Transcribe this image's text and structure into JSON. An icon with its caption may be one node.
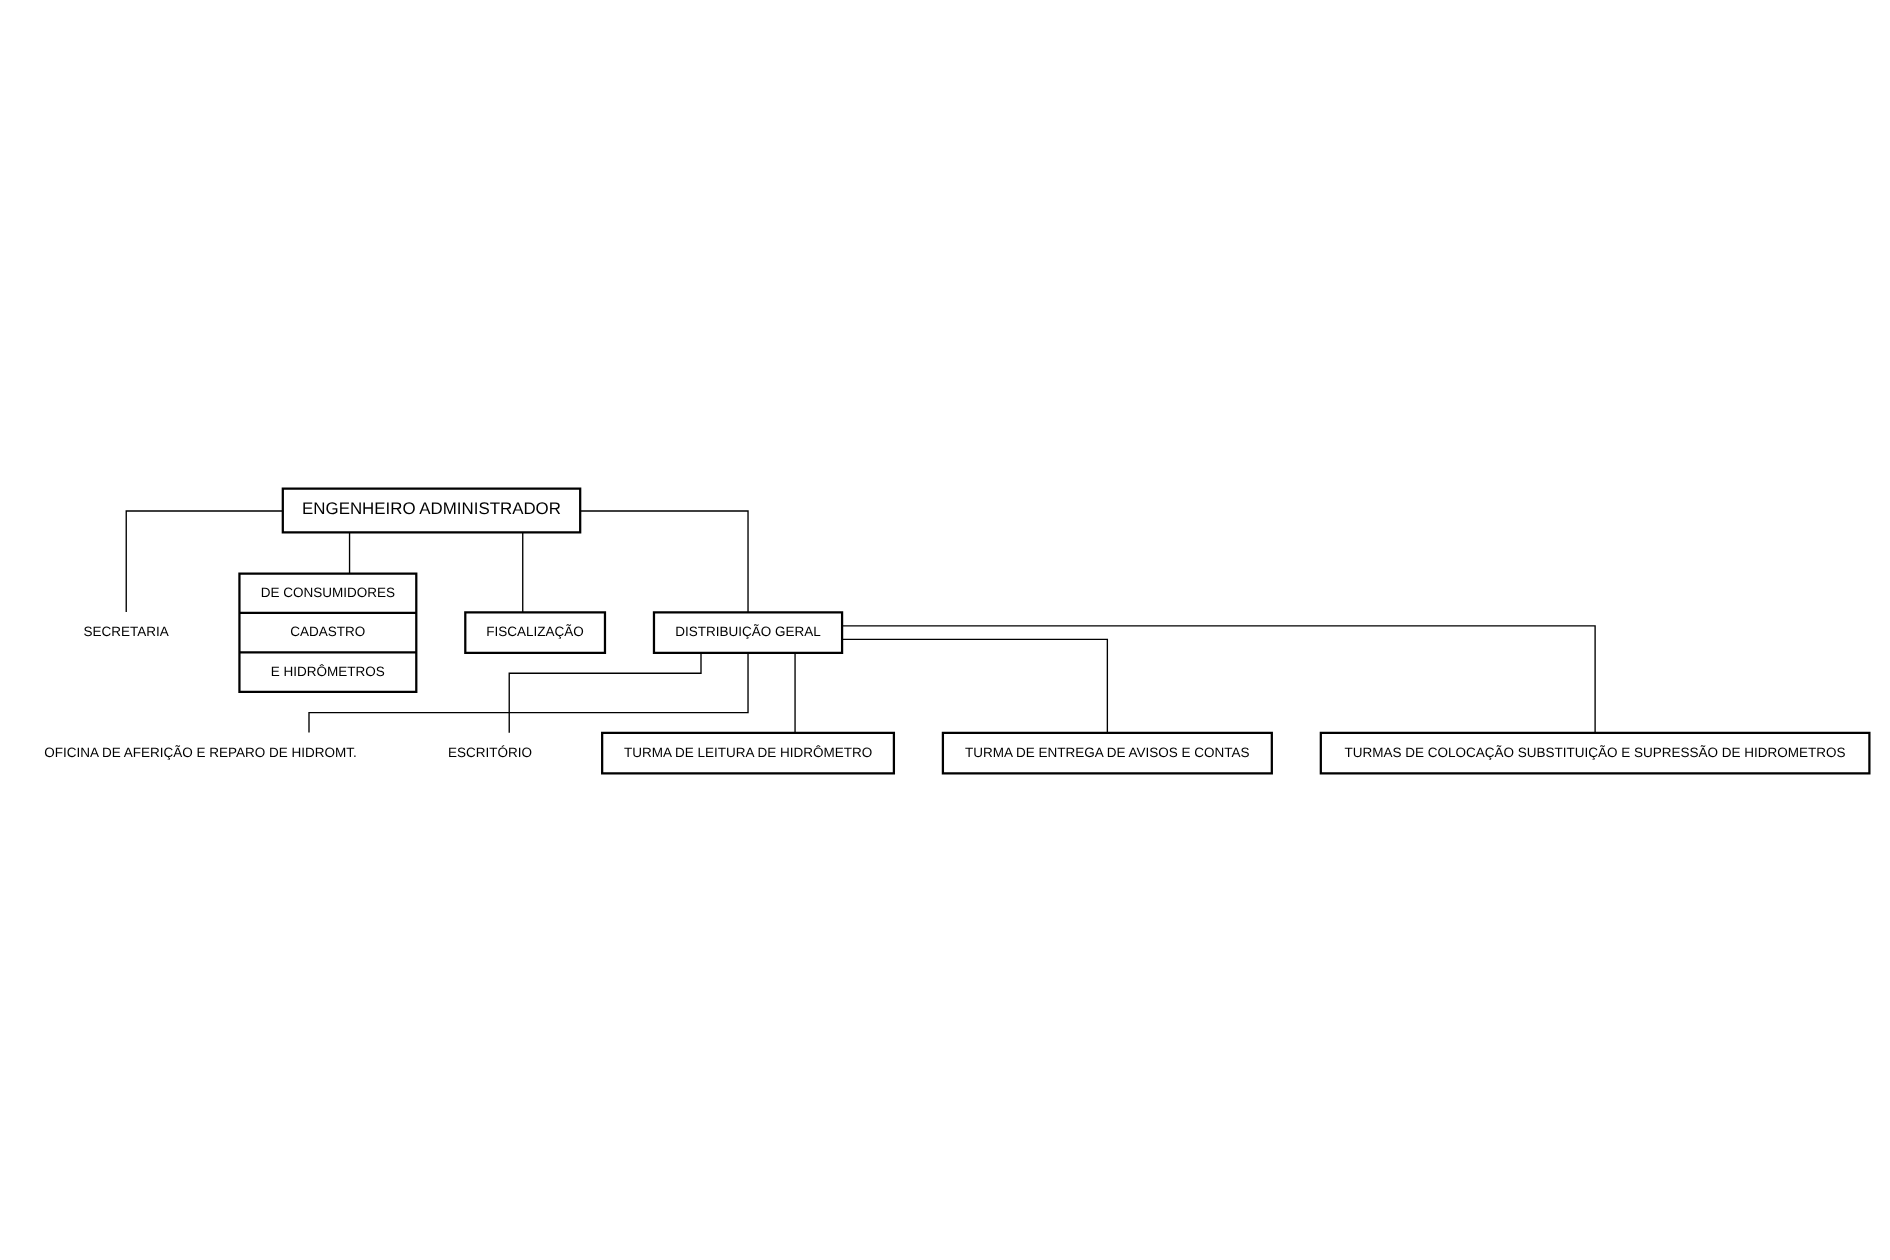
{
  "diagram": {
    "nodes": [
      {
        "text": [
          "ENGENHEIRO ADMINISTRADOR"
        ]
      },
      {
        "text": [
          "SECRETARIA"
        ]
      },
      {
        "text": [
          "DE CONSUMIDORES",
          "CADASTRO",
          "E HIDRÔMETROS"
        ]
      },
      {
        "text": [
          "FISCALIZAÇÃO"
        ]
      },
      {
        "text": [
          "DISTRIBUIÇÃO GERAL"
        ]
      },
      {
        "text": [
          "OFICINA DE AFERIÇÃO E REPARO DE HIDROMT."
        ]
      },
      {
        "text": [
          "ESCRITÓRIO"
        ]
      },
      {
        "text": [
          "TURMA DE LEITURA DE HIDRÔMETRO"
        ]
      },
      {
        "text": [
          "TURMA DE ENTREGA DE AVISOS E CONTAS"
        ]
      },
      {
        "text": [
          "TURMAS DE COLOCAÇÃO SUBSTITUIÇÃO E SUPRESSÃO DE HIDROMETROS"
        ]
      }
    ],
    "edges": [
      {
        "from": 0,
        "to": 1,
        "arrow": "none"
      },
      {
        "from": 0,
        "to": 2,
        "arrow": "none"
      },
      {
        "from": 0,
        "to": 3,
        "arrow": "none"
      },
      {
        "from": 0,
        "to": 4,
        "arrow": "none"
      },
      {
        "from": 4,
        "to": 5,
        "arrow": "none"
      },
      {
        "from": 4,
        "to": 6,
        "arrow": "none"
      },
      {
        "from": 4,
        "to": 7,
        "arrow": "none"
      },
      {
        "from": 4,
        "to": 8,
        "arrow": "none"
      },
      {
        "from": 4,
        "to": 9,
        "arrow": "none"
      }
    ]
  }
}
